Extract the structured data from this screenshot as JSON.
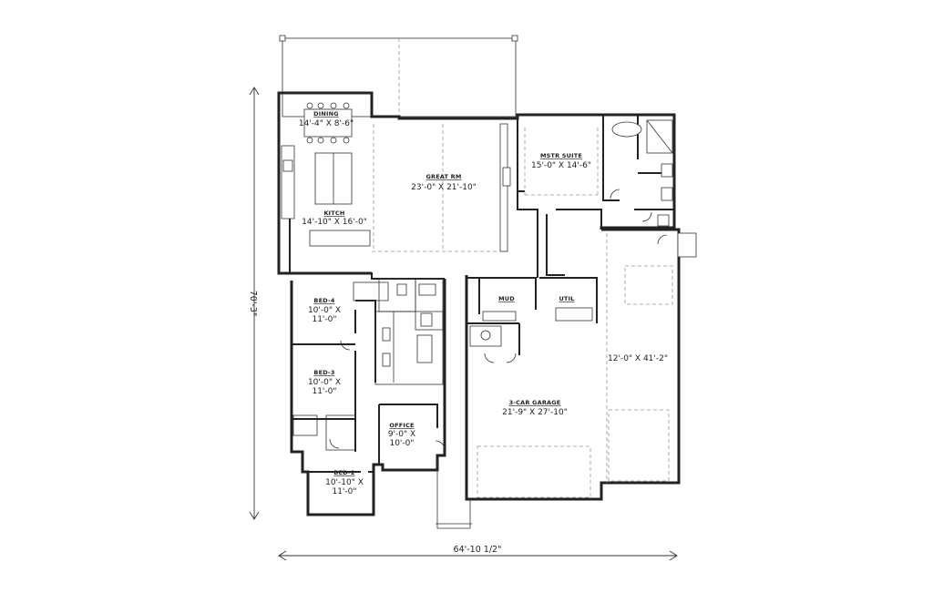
{
  "rooms": {
    "dining": {
      "name": "DINING",
      "dims": "14'-4\" X 8'-6\""
    },
    "kitchen": {
      "name": "KITCH",
      "dims": "14'-10\" X 16'-0\""
    },
    "great_rm": {
      "name": "GREAT RM",
      "dims": "23'-0\" X 21'-10\""
    },
    "mstr_suite": {
      "name": "MSTR SUITE",
      "dims": "15'-0\" X 14'-6\""
    },
    "bed4": {
      "name": "BED-4",
      "dims1": "10'-0\" X",
      "dims2": "11'-0\""
    },
    "bed3": {
      "name": "BED-3",
      "dims1": "10'-0\" X",
      "dims2": "11'-0\""
    },
    "bed2": {
      "name": "BED-2",
      "dims1": "10'-10\" X",
      "dims2": "11'-0\""
    },
    "office": {
      "name": "OFFICE",
      "dims1": "9'-0\" X",
      "dims2": "10'-0\""
    },
    "mud": {
      "name": "MUD"
    },
    "util": {
      "name": "UTIL"
    },
    "garage": {
      "name": "3-CAR GARAGE",
      "dims": "21'-9\" X 27'-10\"",
      "side_dims": "12'-0\" X 41'-2\""
    }
  },
  "overall": {
    "width": "64'-10 1/2\"",
    "depth": "70'-3\""
  }
}
